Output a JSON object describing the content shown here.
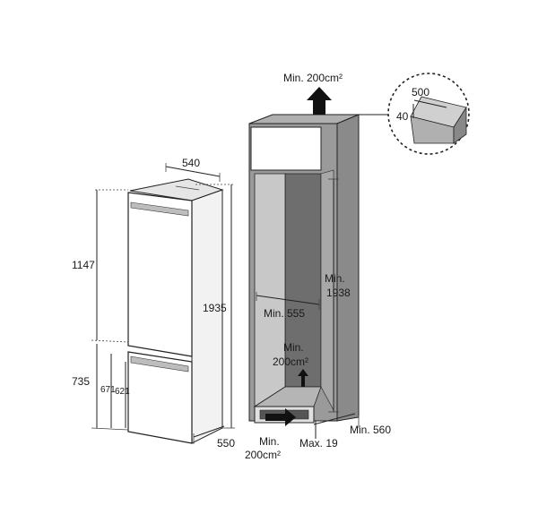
{
  "fridge": {
    "width": "540",
    "total_height": "1935",
    "upper_height": "1147",
    "lower_height": "735",
    "lower_a": "671",
    "lower_b": "621",
    "depth": "550"
  },
  "cabinet": {
    "top_vent": "Min. 200cm²",
    "inner_width": "Min. 555",
    "inner_height_1": "Min.",
    "inner_height_2": "1938",
    "inner_vent_1": "Min.",
    "inner_vent_2": "200cm²",
    "bottom_vent_1": "Min.",
    "bottom_vent_2": "200cm²",
    "plinth": "Max. 19",
    "depth": "Min. 560"
  },
  "detail": {
    "width": "500",
    "height": "40"
  }
}
